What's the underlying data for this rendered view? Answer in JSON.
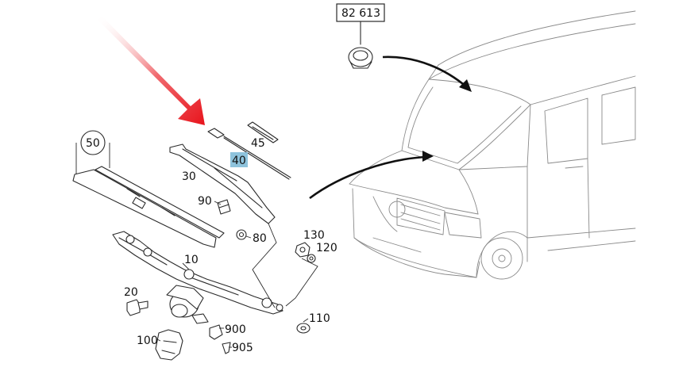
{
  "colors": {
    "arrow": "#e8141c",
    "highlight": "#8ec3dc",
    "line": "#2a2a2a",
    "van_line": "#8a8a8a"
  },
  "icons": {
    "pointer": "red-arrow-icon"
  },
  "labels": {
    "ref": "82 613",
    "p10": "10",
    "p20": "20",
    "p30": "30",
    "p40": "40",
    "p45": "45",
    "p50": "50",
    "p80": "80",
    "p90": "90",
    "p100": "100",
    "p110": "110",
    "p120": "120",
    "p130": "130",
    "p900": "900",
    "p905": "905"
  }
}
